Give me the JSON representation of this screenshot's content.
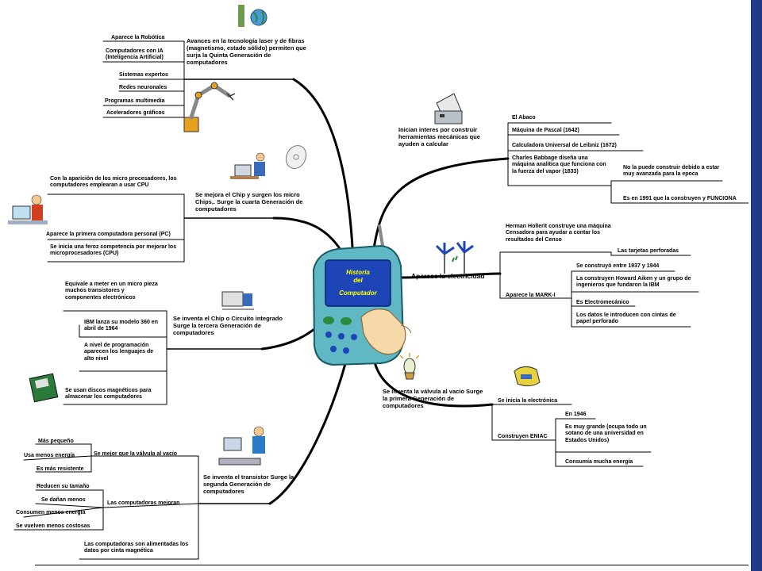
{
  "center": {
    "title_line1": "Historia",
    "title_line2": "del",
    "title_line3": "Computador"
  },
  "branches": {
    "fifth": {
      "title": "Avances en la tecnología laser y de fibras (magnetismo, estado sólido) permiten que surja la Quinta Generación de computadores",
      "items": [
        "Aparece la Robótica",
        "Computadores con IA (Inteligencia Artificial)",
        "Sistemas expertos",
        "Redes neuronales",
        "Programas multimedia",
        "Aceleradores gráficos"
      ]
    },
    "fourth": {
      "title": "Se mejora el Chip y surgen los micro Chips,. Surge la cuarta Generación de computadores",
      "items": [
        "Con la aparición de los micro procesadores, los computadores emplearan a usar CPU",
        "Aparece la primera computadora personal (PC)",
        "Se inicia una feroz competencia por mejorar los microprocesadores (CPU)"
      ]
    },
    "third": {
      "title": "Se inventa el Chip o Circuito integrado Surge la tercera Generación de computadores",
      "items": [
        "Equivale a meter en un micro pieza muchos transistores y componentes electrónicos",
        "IBM lanza su modelo 360 en abril de 1964",
        "A nivel de programación aparecen los lenguajes de alto nivel",
        "Se usan discos magnéticos para almacenar los computadores"
      ]
    },
    "second": {
      "title": "Se inventa el transistor Surge la segunda Generación de computadores",
      "group1": "Se mejor que la válvula al vacío",
      "group1_items": [
        "Más pequeño",
        "Usa menos energía",
        "Es más resistente"
      ],
      "group2": "Las computadoras mejoran",
      "group2_items": [
        "Reducen su tamaño",
        "Se dañan menos",
        "Consumen menos energía",
        "Se vuelven menos costosas"
      ],
      "note": "Las computadoras son alimentadas los datos por cinta magnética"
    },
    "tools": {
      "title": "Inician interes por construir herramientas mecánicas que ayuden a calcular",
      "items": [
        "El Abaco",
        "Máquina de Pascal (1642)",
        "Calculadora Universal de Leibniz (1672)",
        "Charles Babbage diseña una máquina analítica que funciona con la fuerza del vapor (1833)"
      ],
      "sub_items": [
        "No la puede construir debido a estar muy avanzada para la epoca",
        "Es en 1991 que la construyen y FUNCIONA"
      ]
    },
    "electricity": {
      "title": "Aparece la electricidad",
      "hollerith": "Herman Hollerit construye una máquina Censadora para ayudar a contar los resultados del Censo",
      "cards": "Las tarjetas perforadas",
      "mark": "Aparece la MARK-I",
      "mark_items": [
        "Se construyó entre 1937 y 1944",
        "La construyen Howard Aiken y un grupo de ingenieros que fundaron la IBM",
        "Es Electromecánico",
        "Los datos le introducen con cintas de papel perforado"
      ]
    },
    "first": {
      "title": "Se inventa la válvula al vacío Surge la primera Generación de computadores",
      "electronics": "Se inicia la electrónica",
      "eniac": "Construyen ENIAC",
      "eniac_items": [
        "En 1946",
        "Es muy grande (ocupa todo un sotano de una universidad en Estados Unidos)",
        "Consumía mucha energía"
      ]
    }
  },
  "colors": {
    "phone": "#5fb8c4",
    "screen": "#1d45b8",
    "border": "#1f3a8a"
  }
}
